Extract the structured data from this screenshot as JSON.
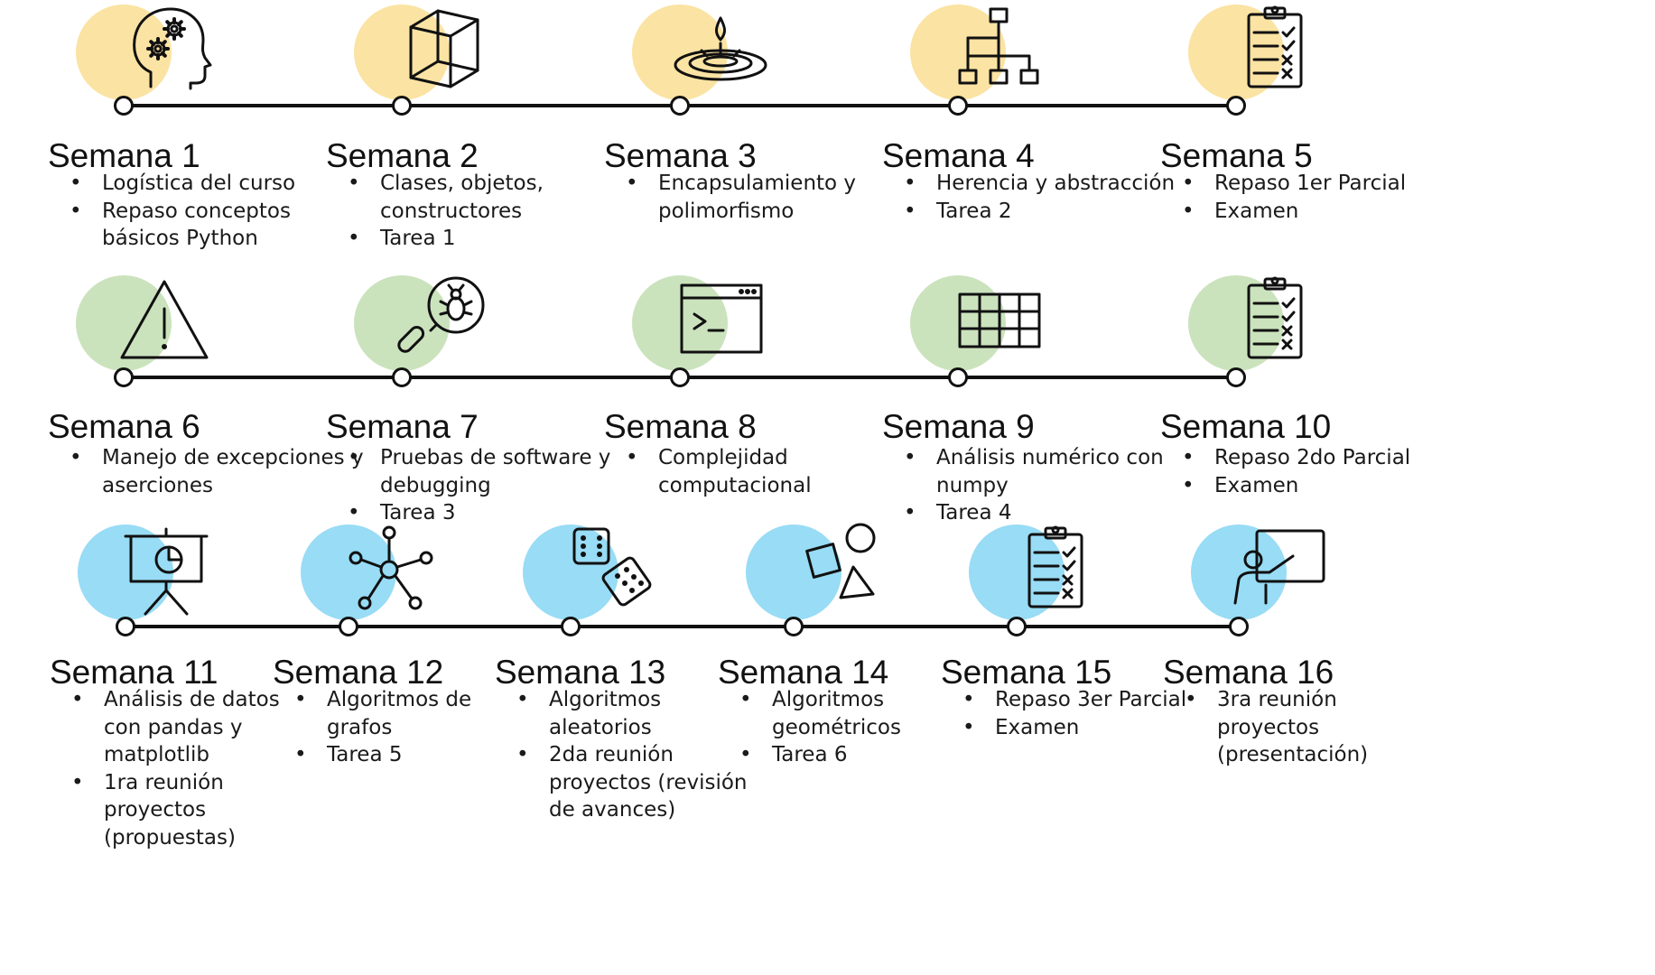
{
  "colors": {
    "row1_accent": "#fbe3a3",
    "row2_accent": "#cbe3bd",
    "row3_accent": "#98dcf5",
    "line": "#111111"
  },
  "weeks": [
    {
      "title": "Semana 1",
      "icon": "head-gears-icon",
      "items": [
        "Logística del curso",
        "Repaso conceptos básicos Python"
      ]
    },
    {
      "title": "Semana 2",
      "icon": "cube-icon",
      "items": [
        "Clases, objetos, constructores",
        "Tarea 1"
      ]
    },
    {
      "title": "Semana 3",
      "icon": "water-drop-ripple-icon",
      "items": [
        "Encapsulamiento y polimorfismo"
      ]
    },
    {
      "title": "Semana 4",
      "icon": "hierarchy-icon",
      "items": [
        "Herencia y abstracción",
        "Tarea 2"
      ]
    },
    {
      "title": "Semana 5",
      "icon": "clipboard-checklist-icon",
      "items": [
        "Repaso 1er Parcial",
        "Examen"
      ]
    },
    {
      "title": "Semana 6",
      "icon": "warning-icon",
      "items": [
        "Manejo de excepciones y aserciones"
      ]
    },
    {
      "title": "Semana 7",
      "icon": "bug-magnifier-icon",
      "items": [
        "Pruebas de software y debugging",
        "Tarea 3"
      ]
    },
    {
      "title": "Semana 8",
      "icon": "terminal-window-icon",
      "items": [
        "Complejidad computacional"
      ]
    },
    {
      "title": "Semana 9",
      "icon": "table-grid-icon",
      "items": [
        "Análisis numérico con numpy",
        "Tarea 4"
      ]
    },
    {
      "title": "Semana 10",
      "icon": "clipboard-checklist-icon",
      "items": [
        "Repaso 2do Parcial",
        "Examen"
      ]
    },
    {
      "title": "Semana 11",
      "icon": "presentation-pie-chart-icon",
      "items": [
        "Análisis de datos con pandas y matplotlib",
        "1ra reunión proyectos (propuestas)"
      ]
    },
    {
      "title": "Semana 12",
      "icon": "network-graph-icon",
      "items": [
        "Algoritmos de grafos",
        "Tarea 5"
      ]
    },
    {
      "title": "Semana 13",
      "icon": "dice-icon",
      "items": [
        "Algoritmos aleatorios",
        "2da reunión proyectos (revisión de avances)"
      ]
    },
    {
      "title": "Semana 14",
      "icon": "geometric-shapes-icon",
      "items": [
        "Algoritmos geométricos",
        "Tarea 6"
      ]
    },
    {
      "title": "Semana 15",
      "icon": "clipboard-checklist-icon",
      "items": [
        "Repaso 3er Parcial",
        "Examen"
      ]
    },
    {
      "title": "Semana 16",
      "icon": "presenter-board-icon",
      "items": [
        "3ra reunión proyectos (presentación)"
      ]
    }
  ]
}
